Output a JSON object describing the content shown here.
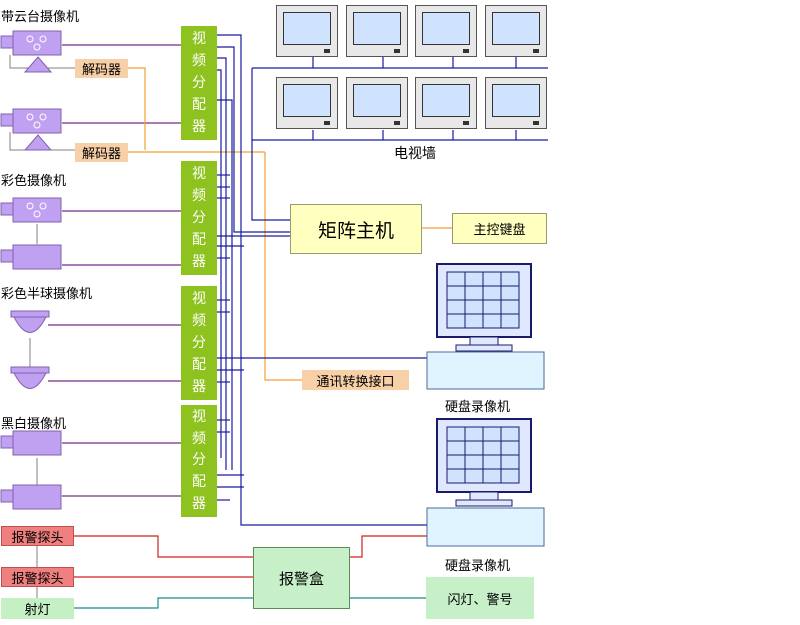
{
  "camera_groups": {
    "ptz_camera": "带云台摄像机",
    "color_camera": "彩色摄像机",
    "color_dome_camera": "彩色半球摄像机",
    "bw_camera": "黑白摄像机"
  },
  "decoders": [
    "解码器",
    "解码器"
  ],
  "video_distributor": {
    "chars": [
      "视",
      "频",
      "分",
      "配",
      "器"
    ],
    "count": 4
  },
  "tv_wall": {
    "label": "电视墙",
    "monitor_count": 8
  },
  "matrix_host": "矩阵主机",
  "master_keyboard": "主控键盘",
  "comm_converter": "通讯转换接口",
  "dvrs": [
    "硬盘录像机",
    "硬盘录像机"
  ],
  "alarm_probes": [
    "报警探头",
    "报警探头"
  ],
  "spotlight": "射灯",
  "alarm_box": "报警盒",
  "flash_siren": "闪灯、警号",
  "colors": {
    "video_line": "#1a1aa0",
    "camera_line": "#7b2a8a",
    "control_line": "#f0a030",
    "alarm_line": "#d02020",
    "spot_line": "#1a8a8a",
    "distributor": "#8ec21f",
    "camera_body": "#c0a0f0"
  }
}
